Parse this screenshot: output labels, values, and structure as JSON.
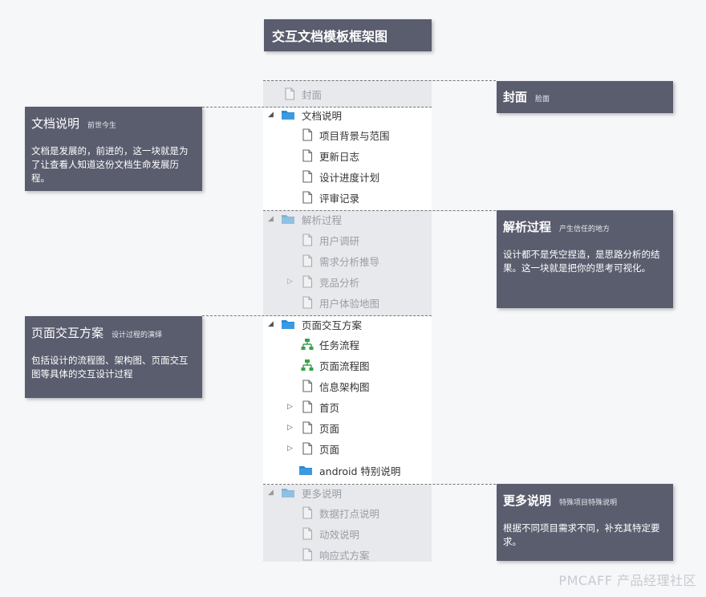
{
  "title": "交互文档模板框架图",
  "callouts": {
    "cover": {
      "title": "封面",
      "subtitle": "脸面"
    },
    "doc": {
      "title": "文档说明",
      "subtitle": "前世今生",
      "desc": "文档是发展的，前进的，这一块就是为了让查看人知道这份文档生命发展历程。"
    },
    "analysis": {
      "title": "解析过程",
      "subtitle": "产生信任的地方",
      "desc": "设计都不是凭空捏造，是思路分析的结果。这一块就是把你的思考可视化。"
    },
    "interaction": {
      "title": "页面交互方案",
      "subtitle": "设计过程的演绎",
      "desc": "包括设计的流程图、架构图、页面交互图等具体的交互设计过程"
    },
    "more": {
      "title": "更多说明",
      "subtitle": "特殊项目特殊说明",
      "desc": "根据不同项目需求不同，补充其特定要求。"
    }
  },
  "tree": {
    "cover": "封面",
    "doc": {
      "label": "文档说明",
      "items": [
        "项目背景与范围",
        "更新日志",
        "设计进度计划",
        "评审记录"
      ]
    },
    "analysis": {
      "label": "解析过程",
      "items": [
        "用户调研",
        "需求分析推导",
        "竞品分析",
        "用户体验地图"
      ]
    },
    "interaction": {
      "label": "页面交互方案",
      "items": [
        "任务流程",
        "页面流程图",
        "信息架构图",
        "首页",
        "页面",
        "页面",
        "android 特别说明"
      ]
    },
    "more": {
      "label": "更多说明",
      "items": [
        "数据打点说明",
        "动效说明",
        "响应式方案"
      ]
    }
  },
  "watermark": "PMCAFF 产品经理社区",
  "colors": {
    "box": "#5a5d6e",
    "folder": "#2a8ad4",
    "flow": "#3aa04a"
  }
}
